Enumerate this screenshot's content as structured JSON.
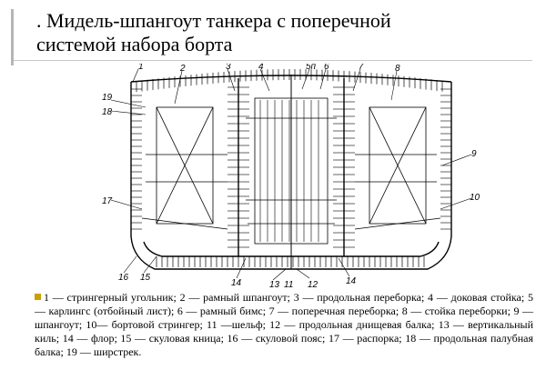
{
  "title_line1": ". Мидель-шпангоут танкера с поперечной",
  "title_line2": "системой набора борта",
  "labels": {
    "l1": "1",
    "l2": "2",
    "l3": "3",
    "l4": "4",
    "l5": "5п",
    "l6": "6",
    "l7": "7",
    "l8": "8",
    "l9": "9",
    "l10": "10",
    "l11": "11",
    "l12": "12",
    "l13": "13",
    "l14a": "14",
    "l14b": "14",
    "l15": "15",
    "l16": "16",
    "l17": "17",
    "l18": "18",
    "l19": "19"
  },
  "caption": "1 — стрингерный угольник; 2 — рамный шпангоут; 3 — продольная переборка; 4 — доковая стойка; 5 — карлингс (отбойный лист); 6 — рамный бимс; 7 — поперечная переборка; 8 — стойка переборки; 9 — шпангоут; 10— бортовой стрингер; 11 —шельф; 12 — продольная днищевая балка; 13 — вертикальный киль; 14 — флор; 15 — скуловая кница; 16 — скуловой пояс; 17 — распорка; 18 — продольная палубная балка; 19 — ширстрек.",
  "colors": {
    "bullet": "#c8a000",
    "ink": "#000000"
  }
}
